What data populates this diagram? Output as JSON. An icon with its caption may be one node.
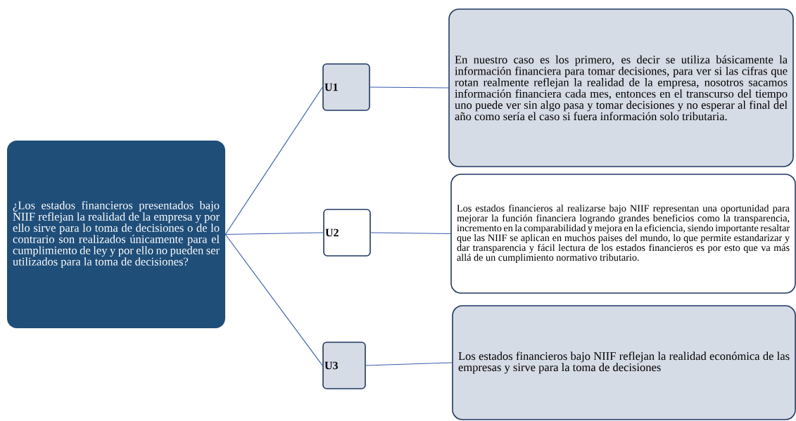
{
  "diagram": {
    "nodes": [
      {
        "text": [
          "¿Los estados financieros presentados bajo NIIF reflejan la realidad de la empresa y por ello sirve para lo toma de decisiones o de lo contrario son realizados únicamente para el cumplimiento de ley y por ello no pueden ser utilizados para la toma de decisiones?"
        ]
      },
      {
        "text": [
          "U1"
        ]
      },
      {
        "text": [
          "En nuestro caso es los primero, es decir se utiliza básicamente la información financiera para tomar decisiones, para ver si las cifras que rotan realmente reflejan la realidad de la empresa, nosotros sacamos información financiera cada mes, entonces en el transcurso del tiempo uno puede ver sin algo pasa y tomar decisiones y no esperar al final del año como sería el caso si fuera información solo tributaria."
        ]
      },
      {
        "text": [
          "U2"
        ]
      },
      {
        "text": [
          "Los estados financieros al realizarse bajo NIIF representan una oportunidad para mejorar la función financiera logrando grandes beneficios como la transparencia, incremento en la comparabilidad y mejora en la eficiencia, siendo importante resaltar que las NIIF se aplican en muchos paises del mundo, lo que permite estandarizar y dar transparencia y fácil lectura de los estados financieros es por esto que va más allá de un cumplimiento normativo tributario."
        ]
      },
      {
        "text": [
          "U3"
        ]
      },
      {
        "text": [
          "Los estados financieros bajo NIIF reflejan la realidad económica de las empresas y sirve para la toma de decisiones"
        ]
      }
    ],
    "edges": [
      {
        "from": 0,
        "to": 1,
        "arrow": "none"
      },
      {
        "from": 1,
        "to": 2,
        "arrow": "none"
      },
      {
        "from": 0,
        "to": 3,
        "arrow": "none"
      },
      {
        "from": 3,
        "to": 4,
        "arrow": "none"
      },
      {
        "from": 0,
        "to": 5,
        "arrow": "none"
      },
      {
        "from": 5,
        "to": 6,
        "arrow": "none"
      }
    ]
  }
}
